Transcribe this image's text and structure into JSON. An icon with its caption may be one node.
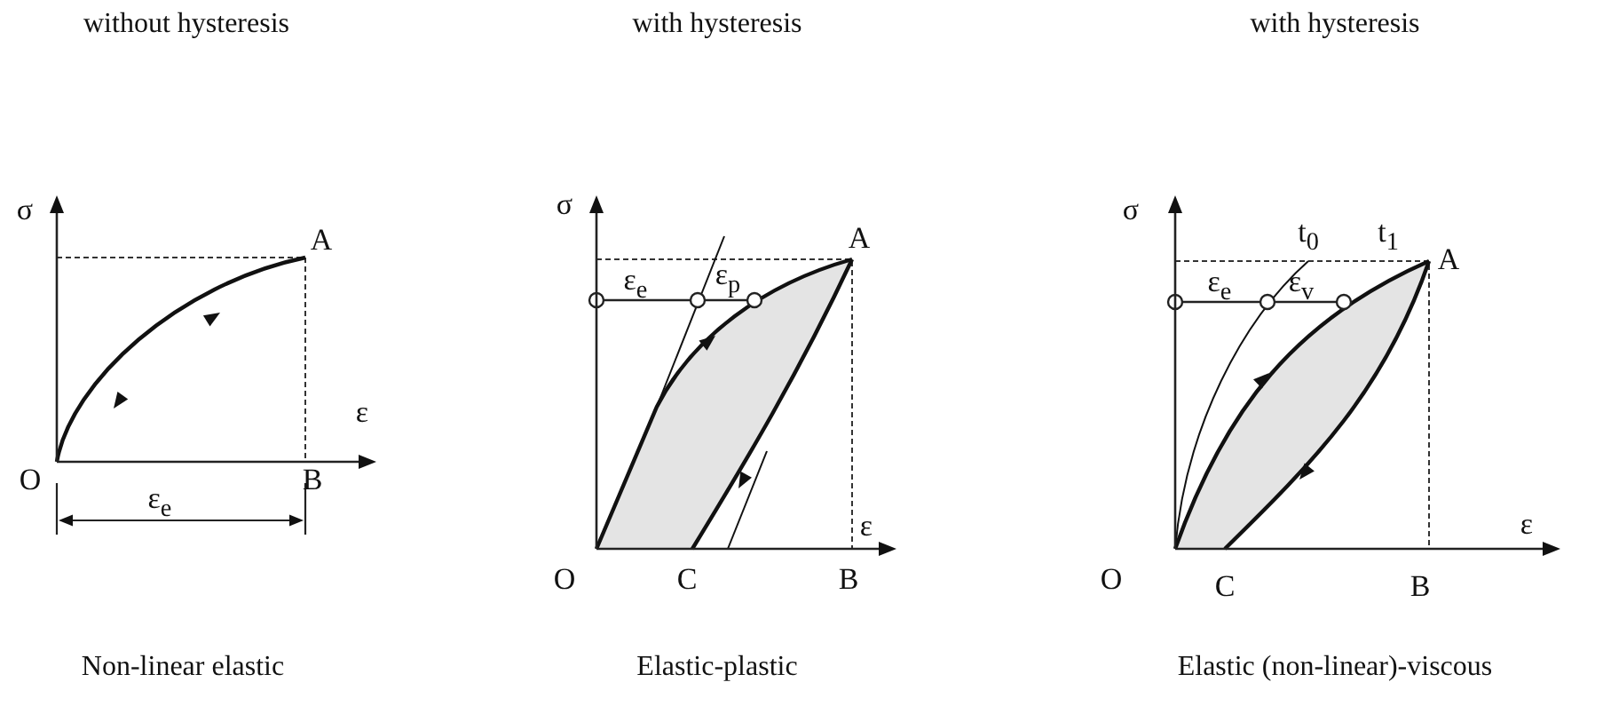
{
  "diagram": {
    "labels": [
      "without hysteresis",
      "with hysteresis",
      "with hysteresis",
      "σ",
      "A",
      "ε",
      "O",
      "B",
      "ε$_{e}$",
      "Non-linear elastic",
      "σ",
      "A",
      "ε$_{e}$",
      "ε$_{p}$",
      "ε",
      "O",
      "C",
      "B",
      "Elastic-plastic",
      "σ",
      "t$_{0}$",
      "t$_{1}$",
      "A",
      "ε$_{e}$",
      "ε$_{v}$",
      "ε",
      "O",
      "C",
      "B",
      "Elastic (non-linear)-viscous"
    ]
  }
}
